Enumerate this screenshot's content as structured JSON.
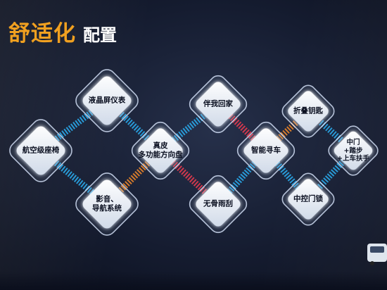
{
  "header": {
    "title_main": "舒适化",
    "title_sub": "配置"
  },
  "colors": {
    "title_accent": "#f0a020",
    "link_blue": "#2aa7e8",
    "link_orange": "#e8842a",
    "link_red": "#e23a4e",
    "node_fill": "#e6eef8"
  },
  "features": [
    {
      "id": "seat",
      "label": "航空级座椅"
    },
    {
      "id": "lcd",
      "label": "液晶屏仪表"
    },
    {
      "id": "media",
      "label": "影音、\n导航系统"
    },
    {
      "id": "steering",
      "label": "真皮\n多功能方向盘"
    },
    {
      "id": "companion",
      "label": "伴我回家"
    },
    {
      "id": "wiper",
      "label": "无骨雨刮"
    },
    {
      "id": "smartcar",
      "label": "智能寻车"
    },
    {
      "id": "mirror",
      "label": "折叠钥匙"
    },
    {
      "id": "lock",
      "label": "中控门锁"
    },
    {
      "id": "door",
      "label": "中门\n+踏步\n+上车扶手"
    }
  ],
  "links": [
    {
      "from": "seat",
      "to": "lcd",
      "color": "blue"
    },
    {
      "from": "seat",
      "to": "media",
      "color": "blue"
    },
    {
      "from": "lcd",
      "to": "steering",
      "color": "blue"
    },
    {
      "from": "media",
      "to": "steering",
      "color": "orange"
    },
    {
      "from": "steering",
      "to": "companion",
      "color": "blue"
    },
    {
      "from": "steering",
      "to": "wiper",
      "color": "red"
    },
    {
      "from": "companion",
      "to": "smartcar",
      "color": "red"
    },
    {
      "from": "wiper",
      "to": "smartcar",
      "color": "blue"
    },
    {
      "from": "smartcar",
      "to": "mirror",
      "color": "orange"
    },
    {
      "from": "smartcar",
      "to": "lock",
      "color": "blue"
    },
    {
      "from": "mirror",
      "to": "door",
      "color": "blue"
    },
    {
      "from": "lock",
      "to": "door",
      "color": "blue"
    }
  ]
}
